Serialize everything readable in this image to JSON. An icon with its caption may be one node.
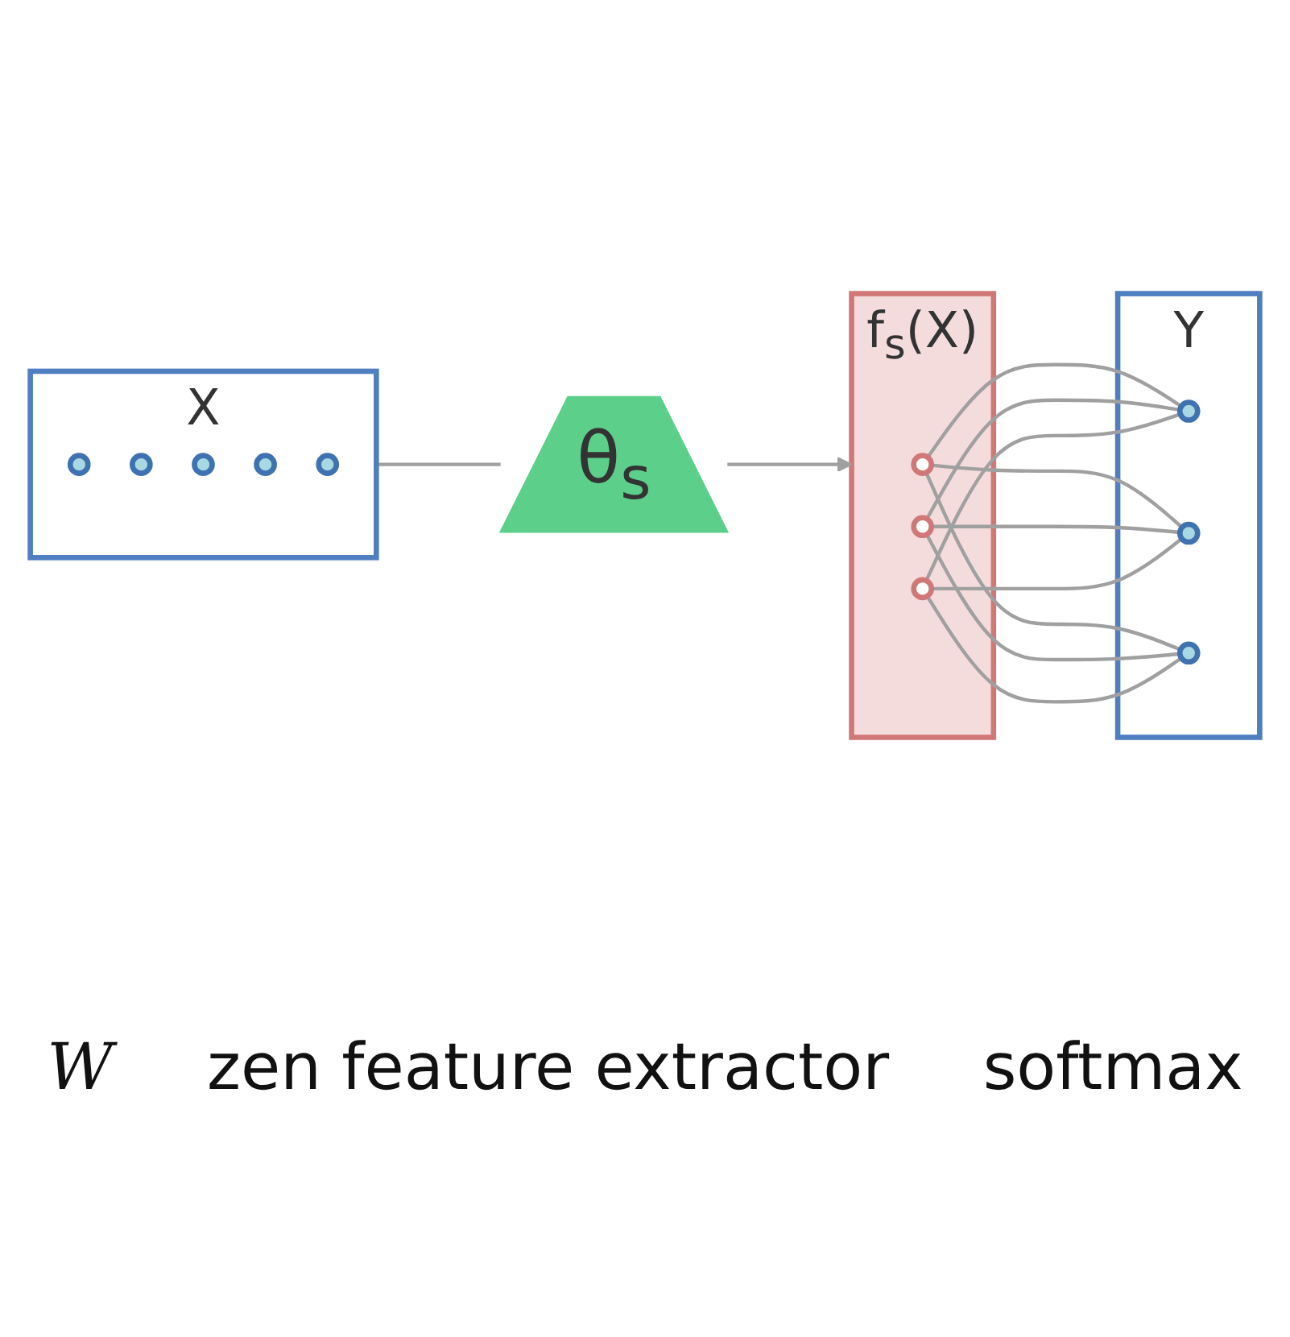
{
  "diagram": {
    "nodes": [
      {
        "text": [
          "X"
        ]
      },
      {
        "text": [],
        "shape": "circle",
        "in": 0
      },
      {
        "text": [],
        "shape": "circle",
        "in": 0
      },
      {
        "text": [],
        "shape": "circle",
        "in": 0
      },
      {
        "text": [],
        "shape": "circle",
        "in": 0
      },
      {
        "text": [],
        "shape": "circle",
        "in": 0
      },
      {
        "text": [
          "θ$_{s}$"
        ]
      },
      {
        "text": [
          "f$_{s}$(X)"
        ]
      },
      {
        "text": [],
        "shape": "circle",
        "in": 7
      },
      {
        "text": [],
        "shape": "circle",
        "in": 7
      },
      {
        "text": [],
        "shape": "circle",
        "in": 7
      },
      {
        "text": [
          "Y"
        ]
      },
      {
        "text": [],
        "shape": "circle",
        "in": 11
      },
      {
        "text": [],
        "shape": "circle",
        "in": 11
      },
      {
        "text": [],
        "shape": "circle",
        "in": 11
      }
    ],
    "edges": [
      {
        "from": 0,
        "to": 6,
        "arrow": "none"
      },
      {
        "from": 6,
        "to": 7,
        "arrow": "to"
      },
      {
        "from": 8,
        "to": 12,
        "arrow": "none"
      },
      {
        "from": 8,
        "to": 13,
        "arrow": "none"
      },
      {
        "from": 8,
        "to": 14,
        "arrow": "none"
      },
      {
        "from": 9,
        "to": 12,
        "arrow": "none"
      },
      {
        "from": 9,
        "to": 13,
        "arrow": "none"
      },
      {
        "from": 9,
        "to": 14,
        "arrow": "none"
      },
      {
        "from": 10,
        "to": 12,
        "arrow": "none"
      },
      {
        "from": 10,
        "to": 13,
        "arrow": "none"
      },
      {
        "from": 10,
        "to": 14,
        "arrow": "none"
      }
    ],
    "labels": [
      "W",
      "zen feature extractor",
      "softmax"
    ]
  }
}
